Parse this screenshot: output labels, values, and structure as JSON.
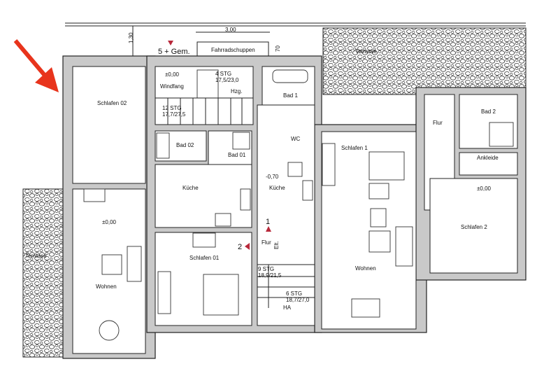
{
  "plan": {
    "dimensions": {
      "shed_width": "3,00",
      "front_depth": "1,30",
      "side_offset": "70"
    },
    "entrance_label": "5 + Gem.",
    "shed": "Fahrradschuppen",
    "terrace_top": "Terrasse",
    "terrace_left": "Terrasse",
    "rooms": {
      "schlafen02": "Schlafen 02",
      "wohnen_left": "Wohnen",
      "windfang": "Windfang",
      "hzg": "Hzg.",
      "bad1": "Bad 1",
      "bad02": "Bad 02",
      "bad01": "Bad 01",
      "wc": "WC",
      "kueche_left": "Küche",
      "kueche_right": "Küche",
      "schlafen01": "Schlafen 01",
      "flur_mid": "Flur",
      "schlafen1": "Schlafen 1",
      "wohnen_right": "Wohnen",
      "flur_right": "Flur",
      "bad2": "Bad 2",
      "ankleide": "Ankleide",
      "schlafen2": "Schlafen 2",
      "ha": "HA",
      "elt": "Elt."
    },
    "levels": {
      "windfang": "±0,00",
      "wohnen_left": "±0,00",
      "kueche_right": "-0,70",
      "schlafen2": "±0,00"
    },
    "stairs": [
      {
        "steps": "4 STG",
        "ratio": "17,5/23,0"
      },
      {
        "steps": "12 STG",
        "ratio": "17,7/27,5"
      },
      {
        "steps": "9 STG",
        "ratio": "18,9/21,5"
      },
      {
        "steps": "6 STG",
        "ratio": "18,7/27,0"
      }
    ],
    "markers": {
      "one": "1",
      "two": "2"
    },
    "colors": {
      "arrow": "#e8341c",
      "marker": "#b8283a",
      "wall": "#c9c9c9"
    },
    "icons": [
      "red-arrow-icon",
      "level-marker-icon",
      "triangle-marker-icon"
    ]
  }
}
